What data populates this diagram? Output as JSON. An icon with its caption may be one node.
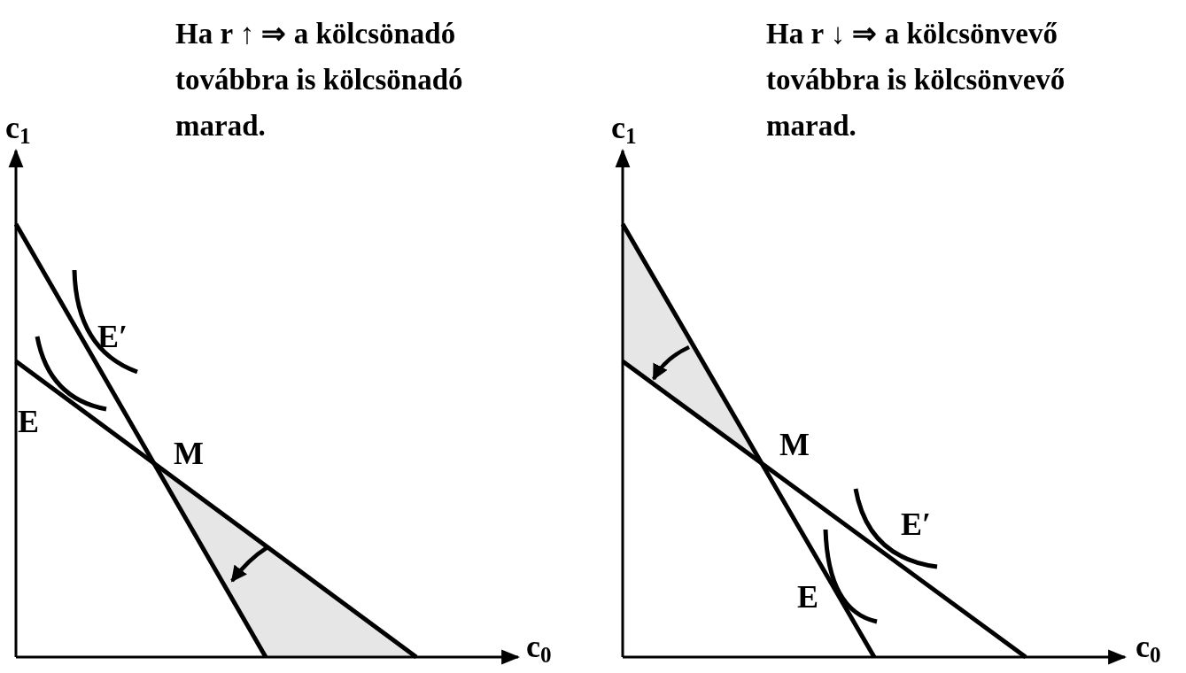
{
  "diagram": {
    "labels": [
      "Ha r ↑ ⇒ a kölcsönadó továbbra is kölcsönadó marad.",
      "c$_{1}$",
      "E′",
      "E",
      "M",
      "c$_{0}$",
      "Ha r ↓ ⇒ a kölcsönvevő továbbra is kölcsönvevő marad.",
      "c$_{1}$",
      "M",
      "E′",
      "E",
      "c$_{0}$"
    ]
  }
}
